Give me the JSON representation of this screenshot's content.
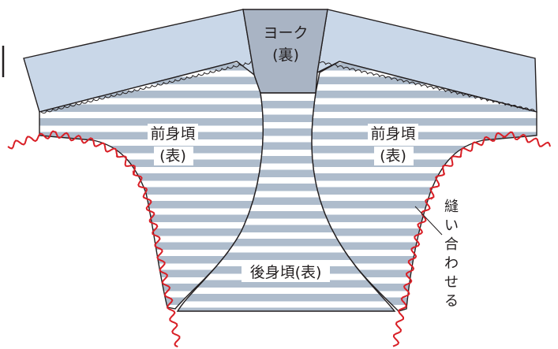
{
  "labels": {
    "yoke_line1": "ヨーク",
    "yoke_line2": "(裏)",
    "front_left_line1": "前身頃",
    "front_left_line2": "(表)",
    "front_right_line1": "前身頃",
    "front_right_line2": "(表)",
    "back_body": "後身頃(表)",
    "sew_note_chars": [
      "縫",
      "い",
      "合",
      "わ",
      "せ",
      "る"
    ]
  },
  "colors": {
    "yoke_light": "#c9d7e8",
    "yoke_center": "#a9b4c4",
    "stripe": "#aebccc",
    "body_white": "#ffffff",
    "outline": "#231f20",
    "stitch": "#d91f26"
  }
}
